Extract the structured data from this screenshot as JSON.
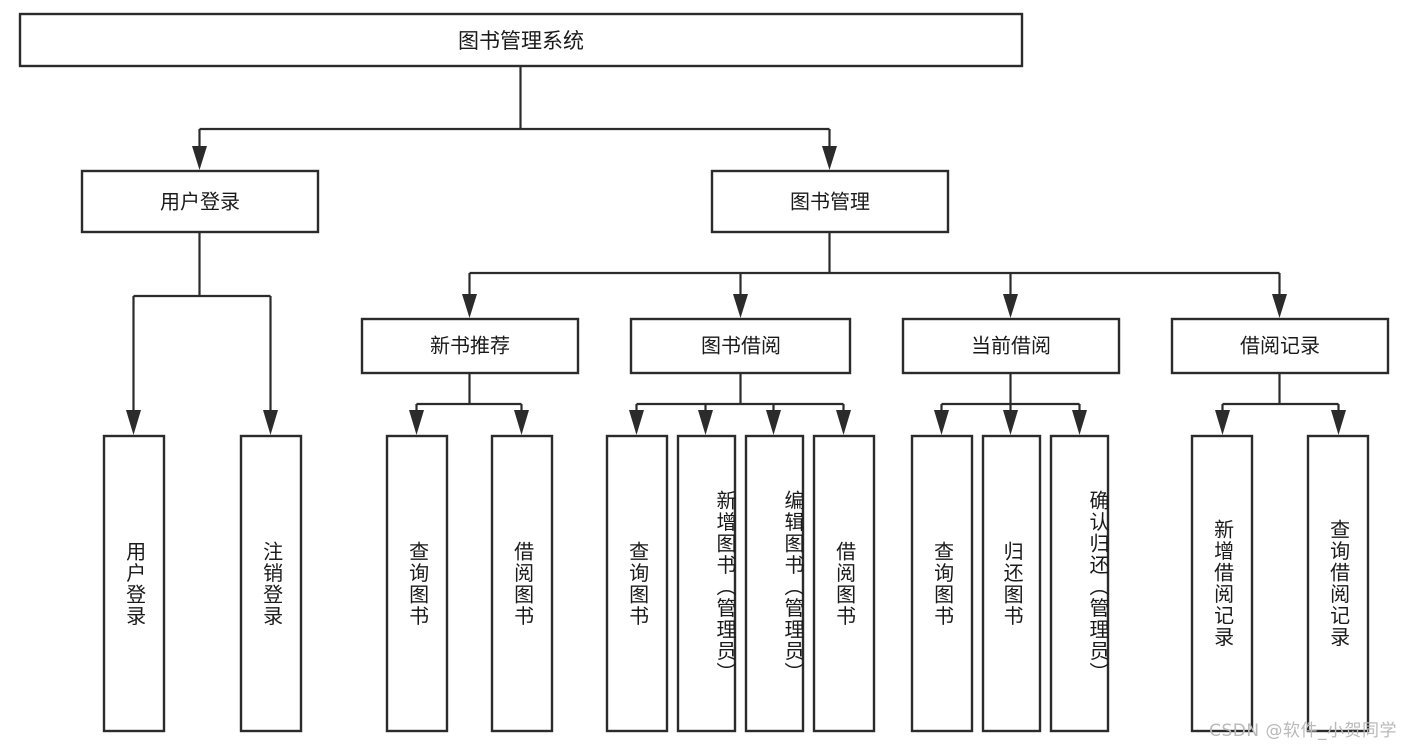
{
  "diagram": {
    "title": "图书管理系统",
    "type": "tree-hierarchy-chart",
    "orientation": "top-down",
    "accent_color": "#2b2b2b",
    "background_color": "#ffffff",
    "root": {
      "label": "图书管理系统"
    },
    "level2": [
      {
        "id": "user-login",
        "label": "用户登录"
      },
      {
        "id": "book-management",
        "label": "图书管理"
      }
    ],
    "level3": [
      {
        "id": "new-book-recommend",
        "label": "新书推荐",
        "parent": "book-management"
      },
      {
        "id": "book-borrow",
        "label": "图书借阅",
        "parent": "book-management"
      },
      {
        "id": "current-borrow",
        "label": "当前借阅",
        "parent": "book-management"
      },
      {
        "id": "borrow-record",
        "label": "借阅记录",
        "parent": "book-management"
      }
    ],
    "leaves": [
      {
        "id": "leaf-user-login",
        "label": "用户登录",
        "parent": "user-login"
      },
      {
        "id": "leaf-logout",
        "label": "注销登录",
        "parent": "user-login"
      },
      {
        "id": "leaf-query-book-1",
        "label": "查询图书",
        "parent": "new-book-recommend"
      },
      {
        "id": "leaf-borrow-book-1",
        "label": "借阅图书",
        "parent": "new-book-recommend"
      },
      {
        "id": "leaf-query-book-2",
        "label": "查询图书",
        "parent": "book-borrow"
      },
      {
        "id": "leaf-add-book",
        "label": "新增图书（管理员）",
        "parent": "book-borrow"
      },
      {
        "id": "leaf-edit-book",
        "label": "编辑图书（管理员）",
        "parent": "book-borrow"
      },
      {
        "id": "leaf-borrow-book-2",
        "label": "借阅图书",
        "parent": "book-borrow"
      },
      {
        "id": "leaf-query-book-3",
        "label": "查询图书",
        "parent": "current-borrow"
      },
      {
        "id": "leaf-return-book",
        "label": "归还图书",
        "parent": "current-borrow"
      },
      {
        "id": "leaf-confirm-return",
        "label": "确认归还（管理员）",
        "parent": "current-borrow"
      },
      {
        "id": "leaf-add-record",
        "label": "新增借阅记录",
        "parent": "borrow-record"
      },
      {
        "id": "leaf-query-record",
        "label": "查询借阅记录",
        "parent": "borrow-record"
      }
    ]
  },
  "watermark": {
    "text": "CSDN @软件_小贺同学"
  }
}
